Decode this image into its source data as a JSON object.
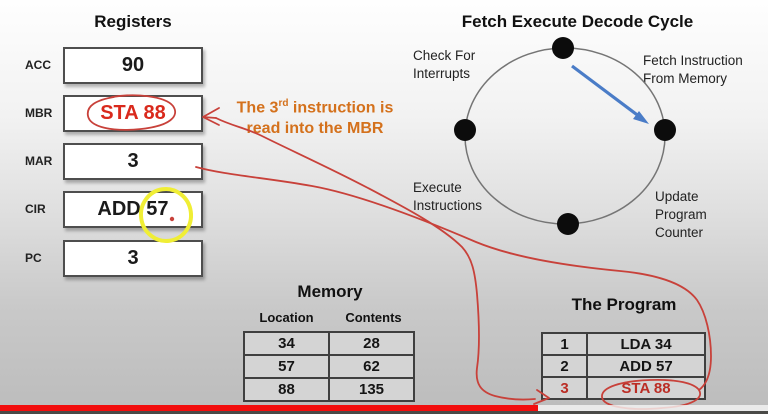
{
  "colors": {
    "annotation_red": "#c8413a",
    "value_red": "#d9291c",
    "program_red": "#bb2d25",
    "note_orange": "#d4711c",
    "arrow_blue": "#4a7cc7",
    "highlight_yellow": "#f0ee35",
    "progress_red": "#f20d0d"
  },
  "registers": {
    "title": "Registers",
    "rows": [
      {
        "label": "ACC",
        "value": "90"
      },
      {
        "label": "MBR",
        "value": "STA 88"
      },
      {
        "label": "MAR",
        "value": "3"
      },
      {
        "label": "CIR",
        "value": "ADD 57"
      },
      {
        "label": "PC",
        "value": "3"
      }
    ]
  },
  "note": {
    "line1_pre": "The 3",
    "line1_sup": "rd",
    "line1_post": " instruction is",
    "line2": "read into the MBR"
  },
  "cycle": {
    "title": "Fetch Execute Decode Cycle",
    "labels": [
      {
        "text": "Check For\nInterrupts"
      },
      {
        "text": "Fetch Instruction\nFrom Memory"
      },
      {
        "text": "Execute\nInstructions"
      },
      {
        "text": "Update\nProgram\nCounter"
      }
    ]
  },
  "memory": {
    "title": "Memory",
    "headers": [
      "Location",
      "Contents"
    ],
    "rows": [
      [
        "34",
        "28"
      ],
      [
        "57",
        "62"
      ],
      [
        "88",
        "135"
      ]
    ]
  },
  "program": {
    "title": "The Program",
    "rows": [
      [
        "1",
        "LDA 34"
      ],
      [
        "2",
        "ADD 57"
      ],
      [
        "3",
        "STA 88"
      ]
    ]
  },
  "player": {
    "progress_percent": 70
  }
}
